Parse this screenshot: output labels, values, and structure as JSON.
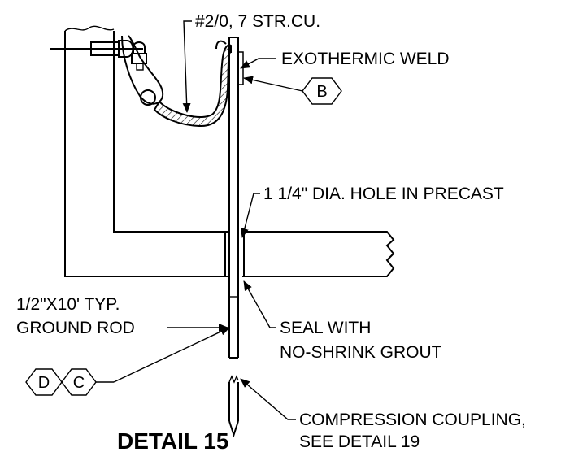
{
  "labels": {
    "conductor": "#2/0, 7 STR.CU.",
    "weld": "EXOTHERMIC WELD",
    "hole": "1 1/4\" DIA. HOLE IN PRECAST",
    "rod_line1": "1/2\"X10' TYP.",
    "rod_line2": "GROUND ROD",
    "seal_line1": "SEAL WITH",
    "seal_line2": "NO-SHRINK GROUT",
    "coupling_line1": "COMPRESSION COUPLING,",
    "coupling_line2": "SEE DETAIL 19"
  },
  "tags": {
    "b": "B",
    "d": "D",
    "c": "C"
  },
  "title": "DETAIL 15"
}
